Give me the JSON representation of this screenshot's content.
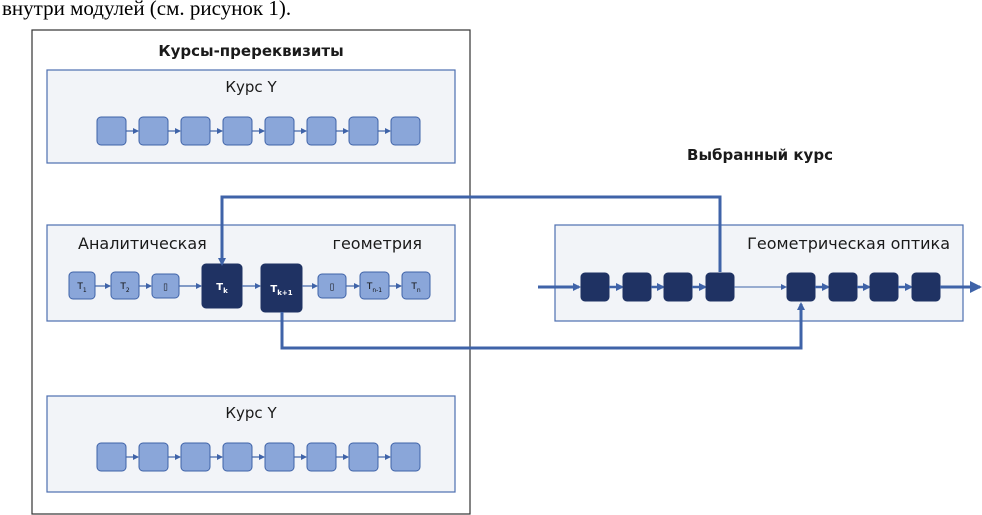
{
  "intro_text": "внутри модулей (см. рисунок 1).",
  "prerequisites_title": "Курсы-пререквизиты",
  "selected_title": "Выбранный курс",
  "course_top": {
    "label": "Курс Y",
    "node_count": 8
  },
  "course_middle": {
    "label_left": "Аналитическая",
    "label_right": "геометрия",
    "nodes": [
      {
        "main": "T",
        "sub": "1"
      },
      {
        "main": "T",
        "sub": "2"
      },
      {
        "main": "▯",
        "sub": ""
      },
      {
        "main": "T",
        "sub": "k"
      },
      {
        "main": "T",
        "sub": "k+1"
      },
      {
        "main": "▯",
        "sub": ""
      },
      {
        "main": "T",
        "sub": "n-1"
      },
      {
        "main": "T",
        "sub": "n"
      }
    ]
  },
  "course_bottom": {
    "label": "Курс Y",
    "node_count": 8
  },
  "selected_course": {
    "label": "Геометрическая оптика",
    "node_count": 8
  },
  "colors": {
    "light_node": "#8aa6d9",
    "light_node_border": "#3f63a8",
    "dark_node": "#1f3263",
    "arrow": "#3f63a8",
    "panel_fill": "#f2f4f8",
    "panel_border": "#4d6fb0"
  }
}
